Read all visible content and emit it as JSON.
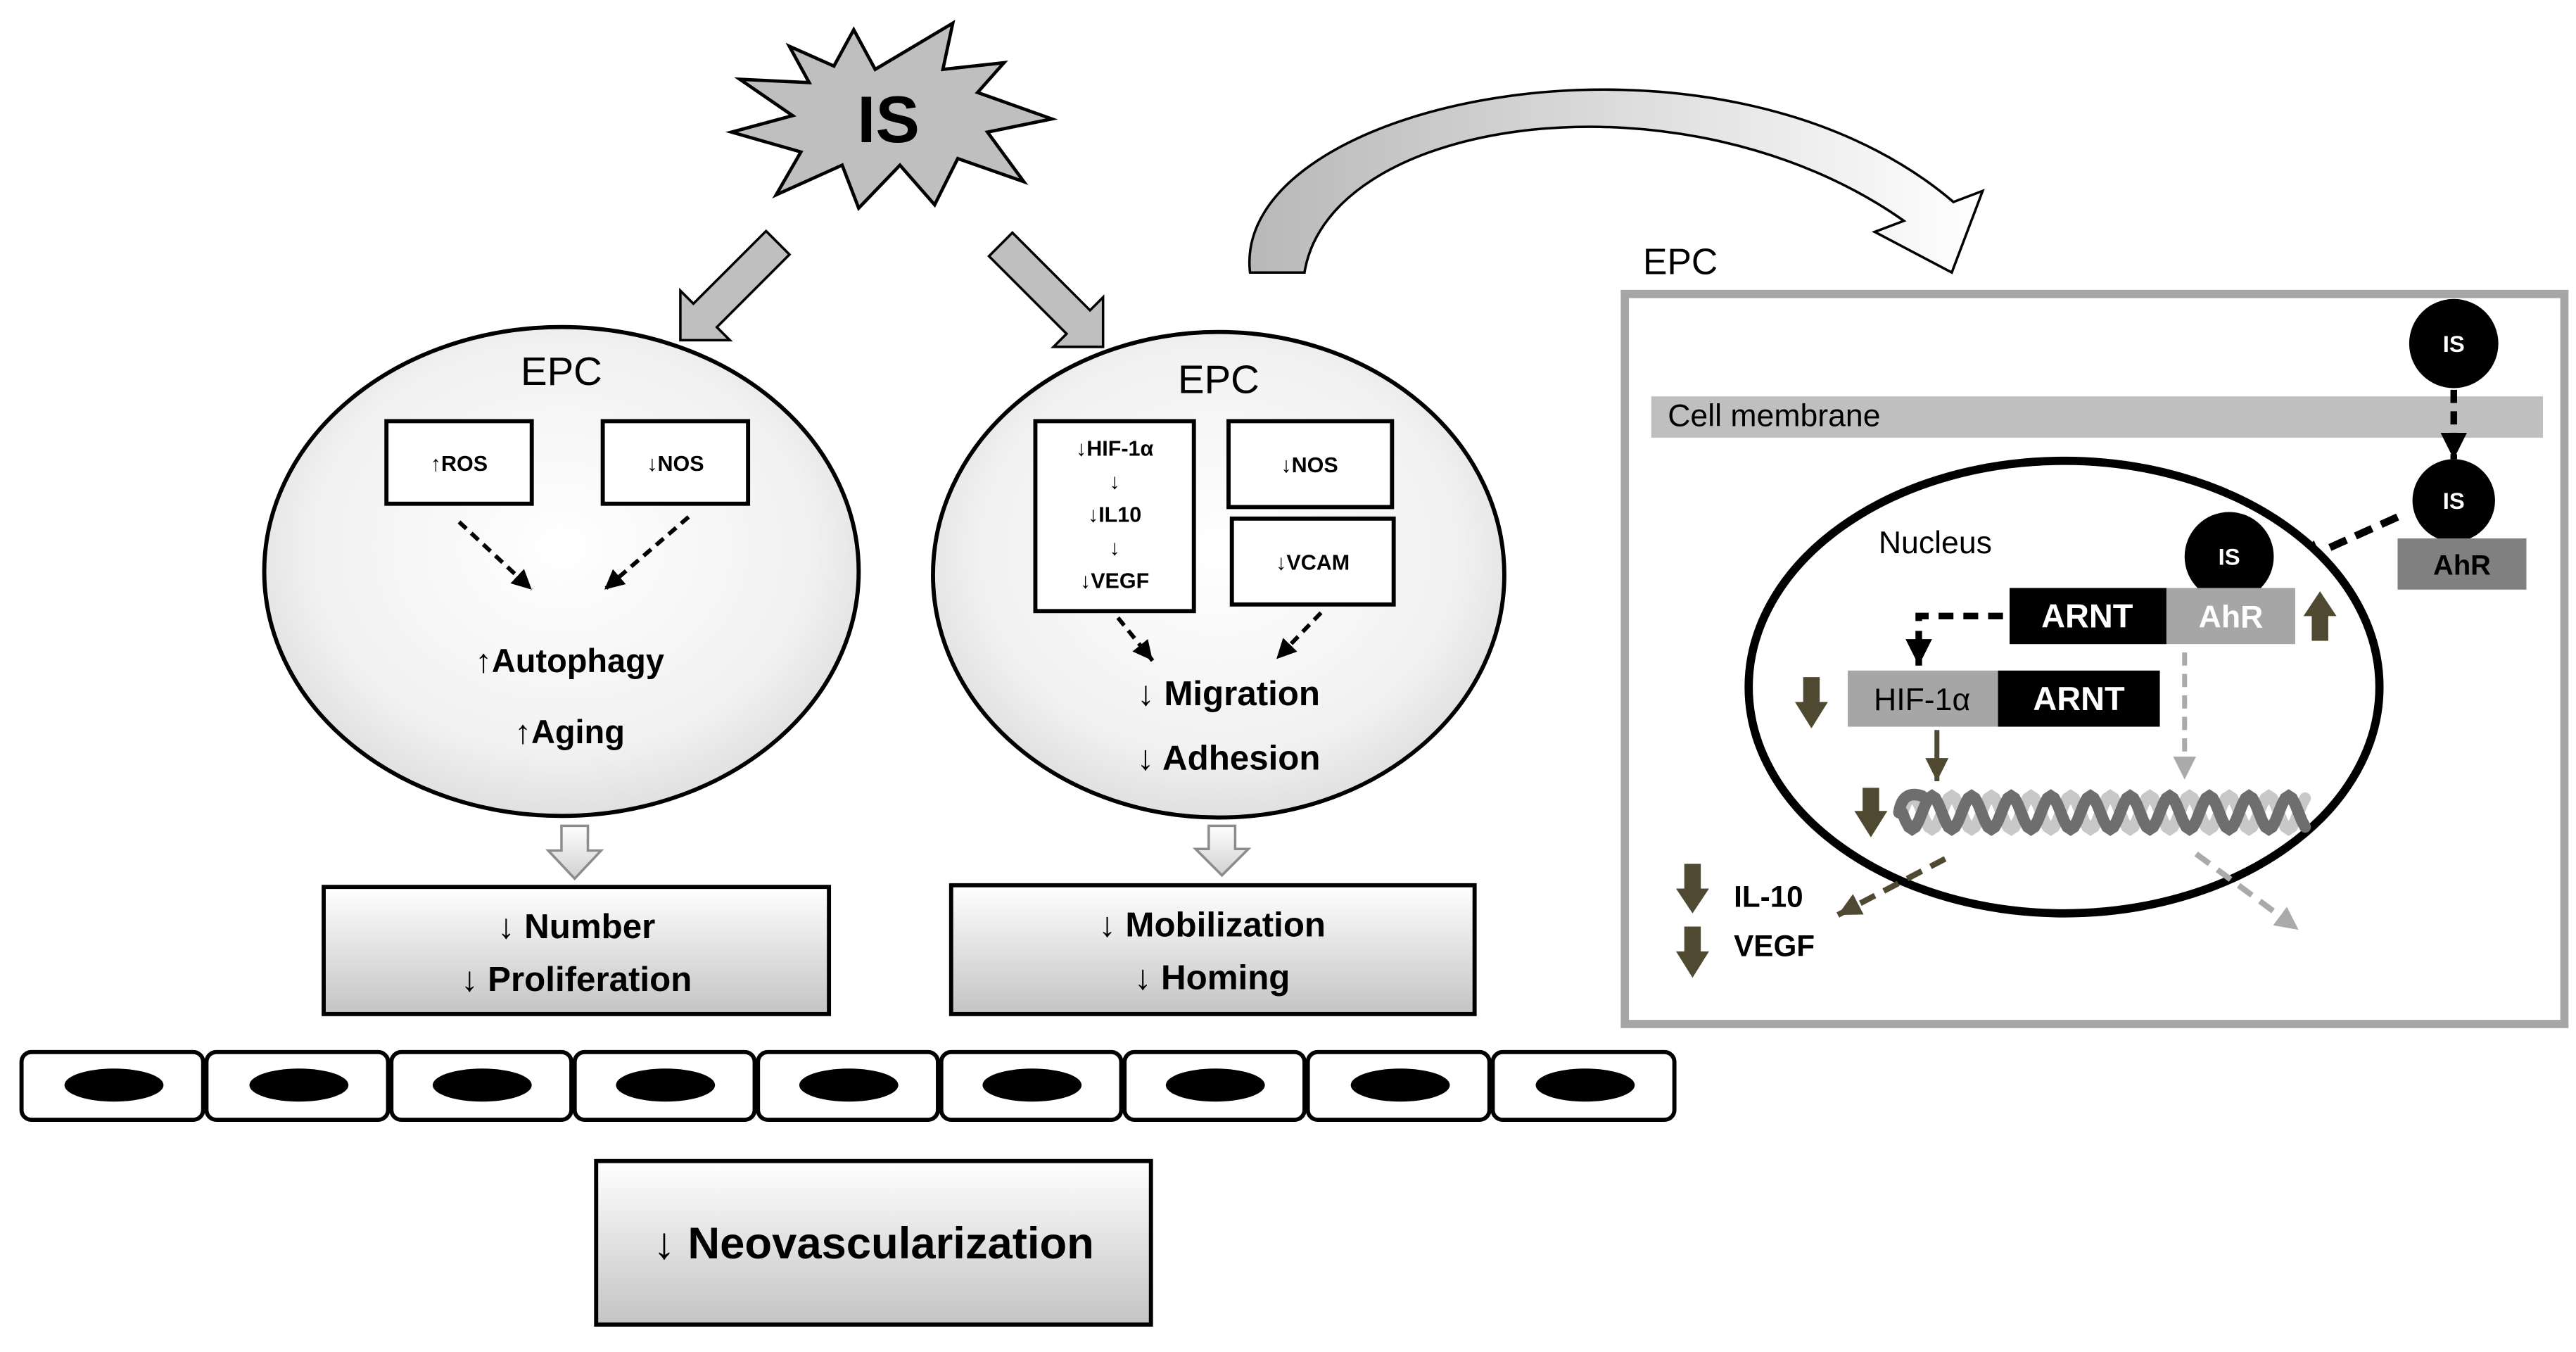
{
  "stimulus": {
    "label": "IS"
  },
  "left_epc": {
    "title": "EPC",
    "box_ros": "↑ROS",
    "box_nos": "↓NOS",
    "effect_1": "↑Autophagy",
    "effect_2": "↑Aging"
  },
  "middle_epc": {
    "title": "EPC",
    "hif_box": {
      "line_1": "↓HIF-1α",
      "line_2": "↓",
      "line_3": "↓IL10",
      "line_4": "↓",
      "line_5": "↓VEGF"
    },
    "box_nos": "↓NOS",
    "box_vcam": "↓VCAM",
    "effect_1": "↓ Migration",
    "effect_2": "↓ Adhesion"
  },
  "left_outcome": {
    "line_1": "↓ Number",
    "line_2": "↓ Proliferation"
  },
  "middle_outcome": {
    "line_1": "↓ Mobilization",
    "line_2": "↓ Homing"
  },
  "final_outcome": "↓ Neovascularization",
  "mechanism_panel": {
    "title": "EPC",
    "membrane": "Cell membrane",
    "is_extracellular": "IS",
    "is_cytoplasm": "IS",
    "ahr_cytoplasm": "AhR",
    "nucleus": "Nucleus",
    "is_nuclear": "IS",
    "arnt_complex_1": "ARNT",
    "ahr_nuclear": "AhR",
    "hif": "HIF-1α",
    "arnt_complex_2": "ARNT",
    "gene_1": "IL-10",
    "gene_2": "VEGF"
  },
  "colors": {
    "block_arrow": "#bfbfbf",
    "effect_arrow": "#4f4932",
    "membrane": "#bfbfbf",
    "protein_gray": "#a6a6a6",
    "ahr_cytoplasm": "#808080",
    "panel_border": "#a6a6a6"
  }
}
